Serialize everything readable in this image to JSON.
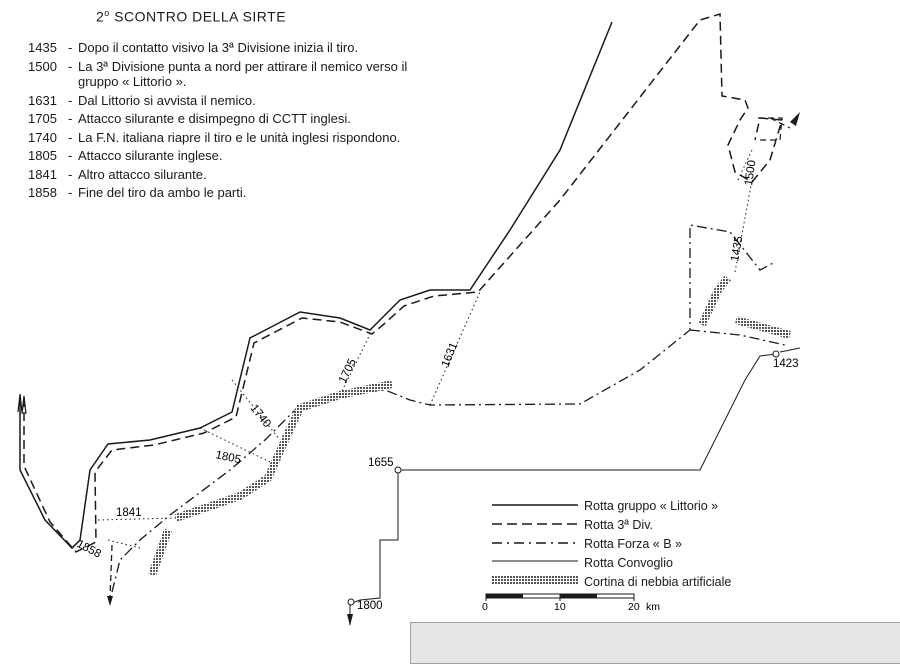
{
  "title_main": "2",
  "title_sup": "o",
  "title_rest": " SCONTRO DELLA SIRTE",
  "events": [
    {
      "time": "1435",
      "text": "Dopo il contatto visivo la 3ª Divisione inizia il tiro."
    },
    {
      "time": "1500",
      "text": "La 3ª Divisione punta a nord per attirare il nemico verso il gruppo « Littorio »."
    },
    {
      "time": "1631",
      "text": "Dal Littorio si avvista il nemico."
    },
    {
      "time": "1705",
      "text": "Attacco silurante e disimpegno di CCTT inglesi."
    },
    {
      "time": "1740",
      "text": "La F.N. italiana riapre il tiro e le unità inglesi rispondono."
    },
    {
      "time": "1805",
      "text": "Attacco silurante inglese."
    },
    {
      "time": "1841",
      "text": "Altro attacco silurante."
    },
    {
      "time": "1858",
      "text": "Fine del tiro da ambo le parti."
    }
  ],
  "map_labels": {
    "t1423": "1423",
    "t1655": "1655",
    "t1800": "1800",
    "t1500": "1500",
    "t1435": "1435",
    "t1631": "1631",
    "t1705": "1705",
    "t1740": "1740",
    "t1805": "1805",
    "t1841": "1841",
    "t1858": "1858"
  },
  "legend": [
    {
      "key": "littorio",
      "label": "Rotta gruppo « Littorio »"
    },
    {
      "key": "div3",
      "label": "Rotta 3ª Div."
    },
    {
      "key": "forceB",
      "label": "Rotta Forza « B »"
    },
    {
      "key": "convoy",
      "label": "Rotta Convoglio"
    },
    {
      "key": "smoke",
      "label": "Cortina di nebbia artificiale"
    }
  ],
  "scale": {
    "ticks": [
      "0",
      "10",
      "20"
    ],
    "unit": "km"
  },
  "colors": {
    "ink": "#1a1a1a",
    "smoke": "#6b6b6b",
    "panel": "#e6e6e6"
  }
}
